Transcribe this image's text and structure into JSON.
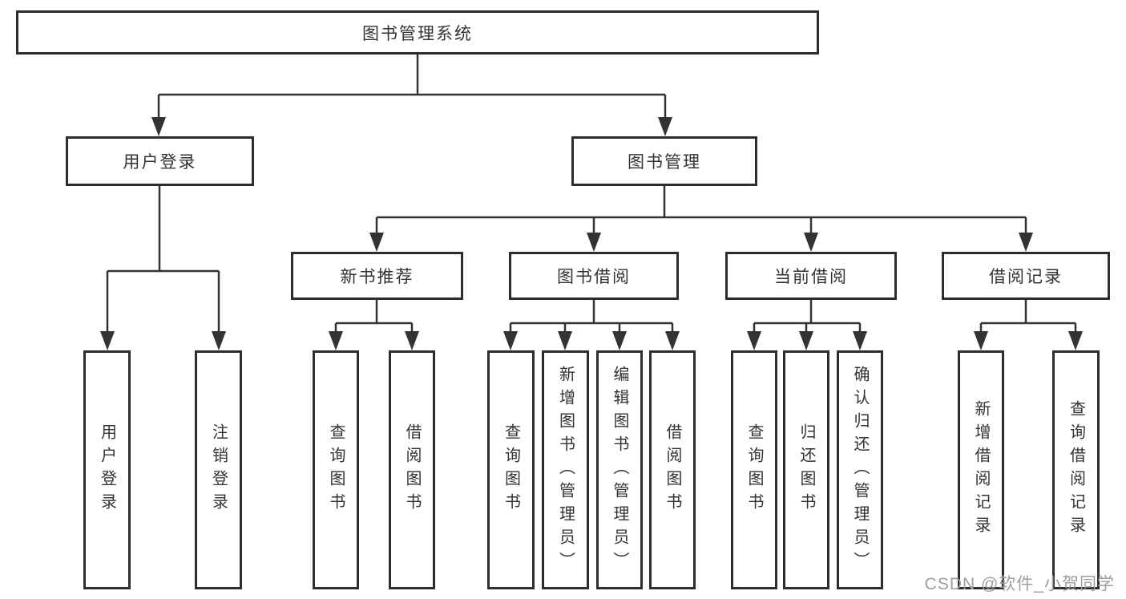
{
  "diagram": {
    "root": {
      "label": "图书管理系统"
    },
    "branches": [
      {
        "label": "用户登录",
        "children": [
          {
            "label": "用户登录"
          },
          {
            "label": "注销登录"
          }
        ]
      },
      {
        "label": "图书管理",
        "groups": [
          {
            "label": "新书推荐",
            "children": [
              {
                "label": "查询图书"
              },
              {
                "label": "借阅图书"
              }
            ]
          },
          {
            "label": "图书借阅",
            "children": [
              {
                "label": "查询图书"
              },
              {
                "label": "新增图书（管理员）"
              },
              {
                "label": "编辑图书（管理员）"
              },
              {
                "label": "借阅图书"
              }
            ]
          },
          {
            "label": "当前借阅",
            "children": [
              {
                "label": "查询图书"
              },
              {
                "label": "归还图书"
              },
              {
                "label": "确认归还（管理员）"
              }
            ]
          },
          {
            "label": "借阅记录",
            "children": [
              {
                "label": "新增借阅记录"
              },
              {
                "label": "查询借阅记录"
              }
            ]
          }
        ]
      }
    ]
  },
  "watermark": {
    "text": "CSDN @软件_小贺同学"
  },
  "colors": {
    "line": "#333333",
    "box_border": "#2d2d2d",
    "text": "#333333",
    "watermark_text": "#9e9e9e",
    "background": "#ffffff"
  }
}
